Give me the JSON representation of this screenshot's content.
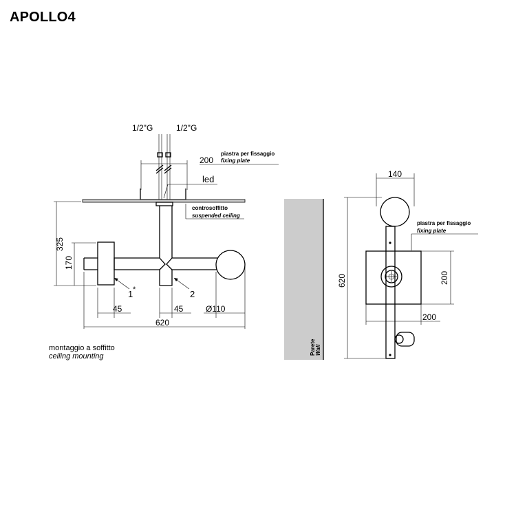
{
  "title": "APOLLO4",
  "ceiling_view": {
    "connection_left": "1/2\"G",
    "connection_right": "1/2\"G",
    "fixing_plate_it": "piastra per fissaggio",
    "fixing_plate_en": "fixing plate",
    "plate_dim": "200",
    "led_label": "led",
    "suspended_ceiling_it": "controsoffitto",
    "suspended_ceiling_en": "suspended ceiling",
    "height_total": "325",
    "height_part": "170",
    "label_1": "1",
    "label_1_star": "*",
    "label_2": "2",
    "dim_45_left": "45",
    "dim_45_right": "45",
    "diameter": "Ø110",
    "width_total": "620",
    "caption_it": "montaggio a soffitto",
    "caption_en": "ceiling mounting"
  },
  "wall_view": {
    "width_top": "140",
    "fixing_plate_it": "piastra per fissaggio",
    "fixing_plate_en": "fixing plate",
    "plate_height": "200",
    "plate_width": "200",
    "total_height": "620",
    "wall_it": "Parete",
    "wall_en": "Wall"
  }
}
